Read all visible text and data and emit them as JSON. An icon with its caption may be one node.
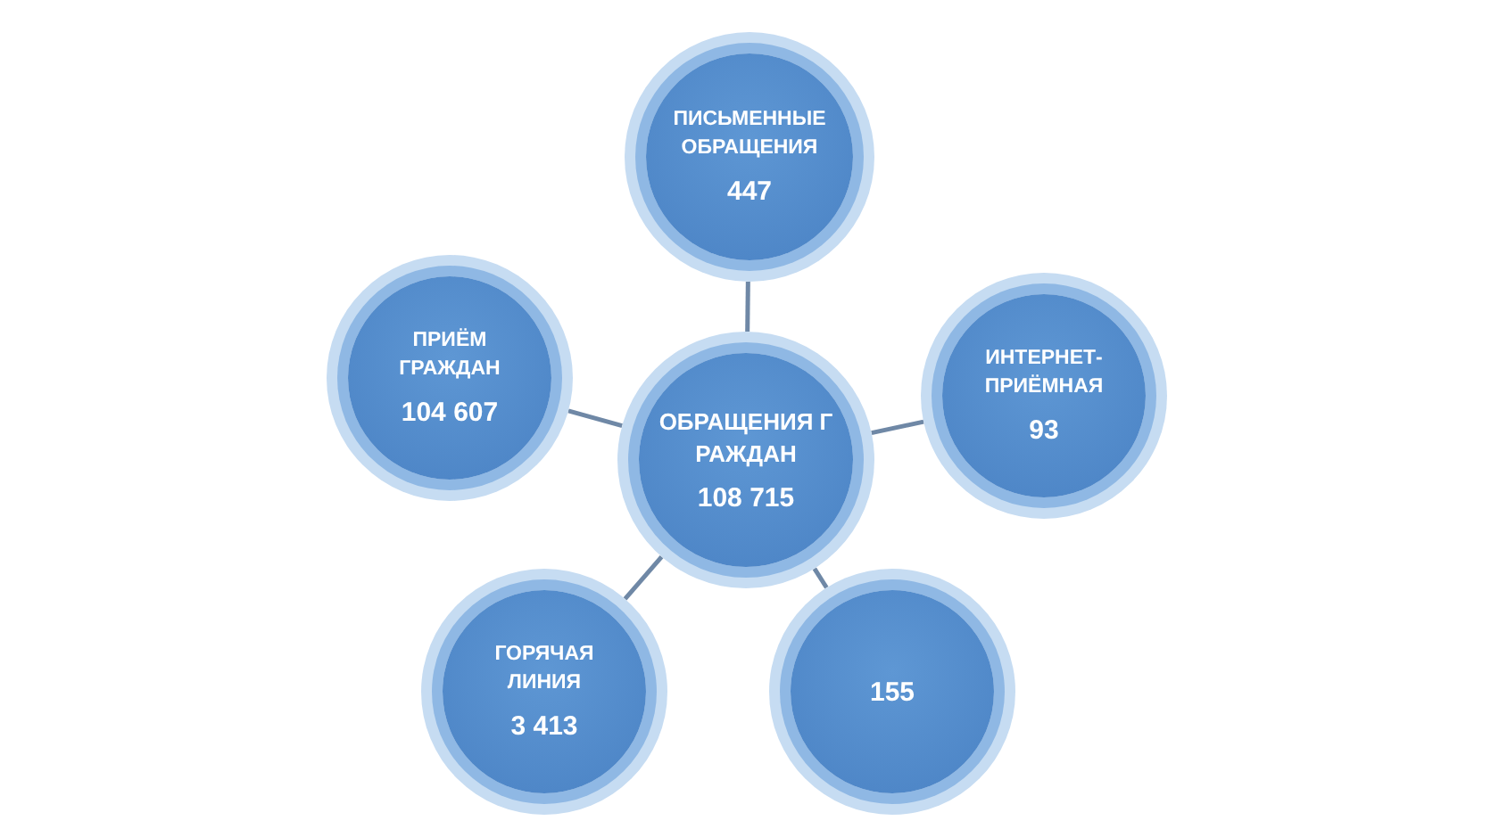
{
  "diagram": {
    "nodes": [
      {
        "text": [
          "ОБРАЩЕНИЯ ГРАЖДАН",
          "108 715"
        ]
      },
      {
        "text": [
          "ПИСЬМЕННЫЕ ОБРАЩЕНИЯ",
          "447"
        ]
      },
      {
        "text": [
          "ИНТЕРНЕТ-ПРИЁМНАЯ",
          "93"
        ]
      },
      {
        "text": [
          "ПРИЁМ ГРАЖДАН",
          "104 607"
        ]
      },
      {
        "text": [
          "ГОРЯЧАЯ ЛИНИЯ",
          "3 413"
        ]
      },
      {
        "text": [
          "155"
        ]
      }
    ],
    "edges": [
      {
        "from": 0,
        "to": 1,
        "arrow": "none"
      },
      {
        "from": 0,
        "to": 2,
        "arrow": "none"
      },
      {
        "from": 0,
        "to": 3,
        "arrow": "none"
      },
      {
        "from": 0,
        "to": 4,
        "arrow": "none"
      },
      {
        "from": 0,
        "to": 5,
        "arrow": "none"
      }
    ]
  }
}
